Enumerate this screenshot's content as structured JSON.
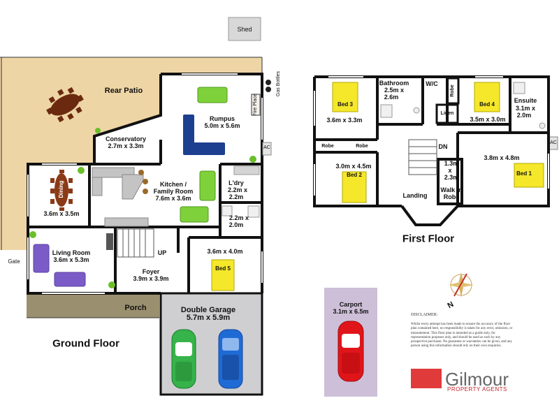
{
  "shed": {
    "label": "Shed"
  },
  "ground_floor": {
    "title": "Ground Floor",
    "rear_patio": "Rear Patio",
    "gate": "Gate",
    "gas_bottles": "Gas Bottles",
    "fire_place": "Fire Place",
    "ac": "AC",
    "up": "UP",
    "porch": "Porch",
    "rooms": {
      "rumpus": {
        "name": "Rumpus",
        "size": "5.0m x 5.6m"
      },
      "conservatory": {
        "name": "Conservatory",
        "size": "2.7m x 3.3m"
      },
      "dining": {
        "name": "Dining",
        "size": "3.6m x 3.5m"
      },
      "kitchen": {
        "name": "Kitchen /",
        "name2": "Family Room",
        "size": "7.6m x 3.6m"
      },
      "laundry": {
        "name": "L'dry",
        "size": "2.2m x",
        "size2": "2.2m"
      },
      "bath_small": {
        "size": "2.2m x",
        "size2": "2.0m"
      },
      "living": {
        "name": "Living Room",
        "size": "3.6m x 5.3m"
      },
      "foyer": {
        "name": "Foyer",
        "size": "3.9m x 3.9m"
      },
      "bed5": {
        "name": "Bed 5",
        "size": "3.6m x 4.0m"
      },
      "garage": {
        "name": "Double Garage",
        "size": "5.7m x 5.9m"
      }
    }
  },
  "first_floor": {
    "title": "First Floor",
    "ac": "AC",
    "dn": "DN",
    "rooms": {
      "bed3": {
        "name": "Bed 3",
        "size": "3.6m x 3.3m"
      },
      "bathroom": {
        "name": "Bathroom",
        "size": "2.5m x",
        "size2": "2.6m"
      },
      "wc": {
        "name": "W/C"
      },
      "robe_top": {
        "name": "Robe"
      },
      "linen": {
        "name": "Linen"
      },
      "bed4": {
        "name": "Bed 4",
        "size": "3.5m x 3.0m"
      },
      "ensuite": {
        "name": "Ensuite",
        "size": "3.1m x",
        "size2": "2.0m"
      },
      "robe_a": {
        "name": "Robe"
      },
      "robe_b": {
        "name": "Robe"
      },
      "bed2": {
        "name": "Bed 2",
        "size": "3.0m x 4.5m"
      },
      "landing": {
        "name": "Landing"
      },
      "walkin": {
        "size": "1.3m",
        "size2": "x",
        "size3": "2.3m",
        "name": "Walk in",
        "name2": "Robe"
      },
      "bed1": {
        "name": "Bed 1",
        "size": "3.8m x 4.8m"
      }
    }
  },
  "carport": {
    "name": "Carport",
    "size": "3.1m x 6.5m"
  },
  "compass": {
    "label": "N"
  },
  "disclaimer": {
    "heading": "DISCLAIMER:",
    "body": "Whilst every attempt has been made to ensure the accuracy of the floor plan contained here, no responsibility is taken for any error, omission, or misstatement. This floor plan is intended as a guide only, for representation purposes only, and should be used as such by any prospective purchaser. No guarantee or warranties can be given, and any person using this information should rely on their own enquiries."
  },
  "logo": {
    "word": "Gilmour",
    "sub": "PROPERTY AGENTS"
  },
  "colors": {
    "patio": "#eed5a5",
    "porch": "#9a8f6e",
    "bed_yellow": "#f5e72a",
    "sofa_green": "#7fd13b",
    "sofa_blue": "#1d3f8f",
    "sofa_purple": "#7b5cc7",
    "carport": "#cdbfd8",
    "garage": "#cfcfd2",
    "logo_red": "#e03a3a"
  }
}
